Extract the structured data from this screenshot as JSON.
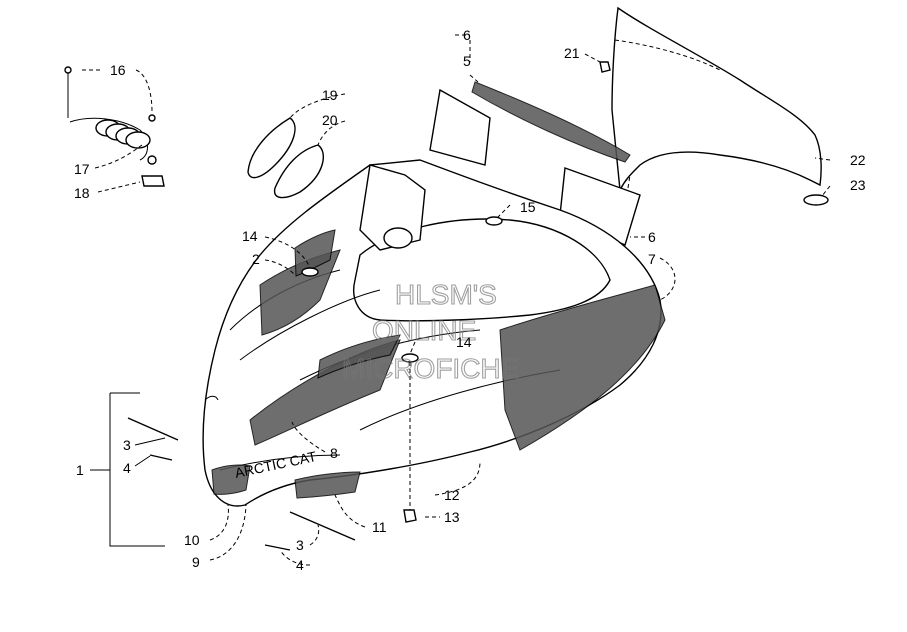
{
  "diagram": {
    "watermark": [
      "HLSM'S",
      "ONLINE",
      "MICROFICHE"
    ],
    "hood_text": "ARCTIC CAT",
    "callouts": {
      "c1": "1",
      "c2": "2",
      "c3a": "3",
      "c3b": "3",
      "c4a": "4",
      "c4b": "4",
      "c5": "5",
      "c6a": "6",
      "c6b": "6",
      "c7": "7",
      "c8": "8",
      "c9": "9",
      "c10": "10",
      "c11": "11",
      "c12": "12",
      "c13": "13",
      "c14a": "14",
      "c14b": "14",
      "c15": "15",
      "c16": "16",
      "c17": "17",
      "c18": "18",
      "c19": "19",
      "c20": "20",
      "c21": "21",
      "c22": "22",
      "c23": "23"
    }
  }
}
